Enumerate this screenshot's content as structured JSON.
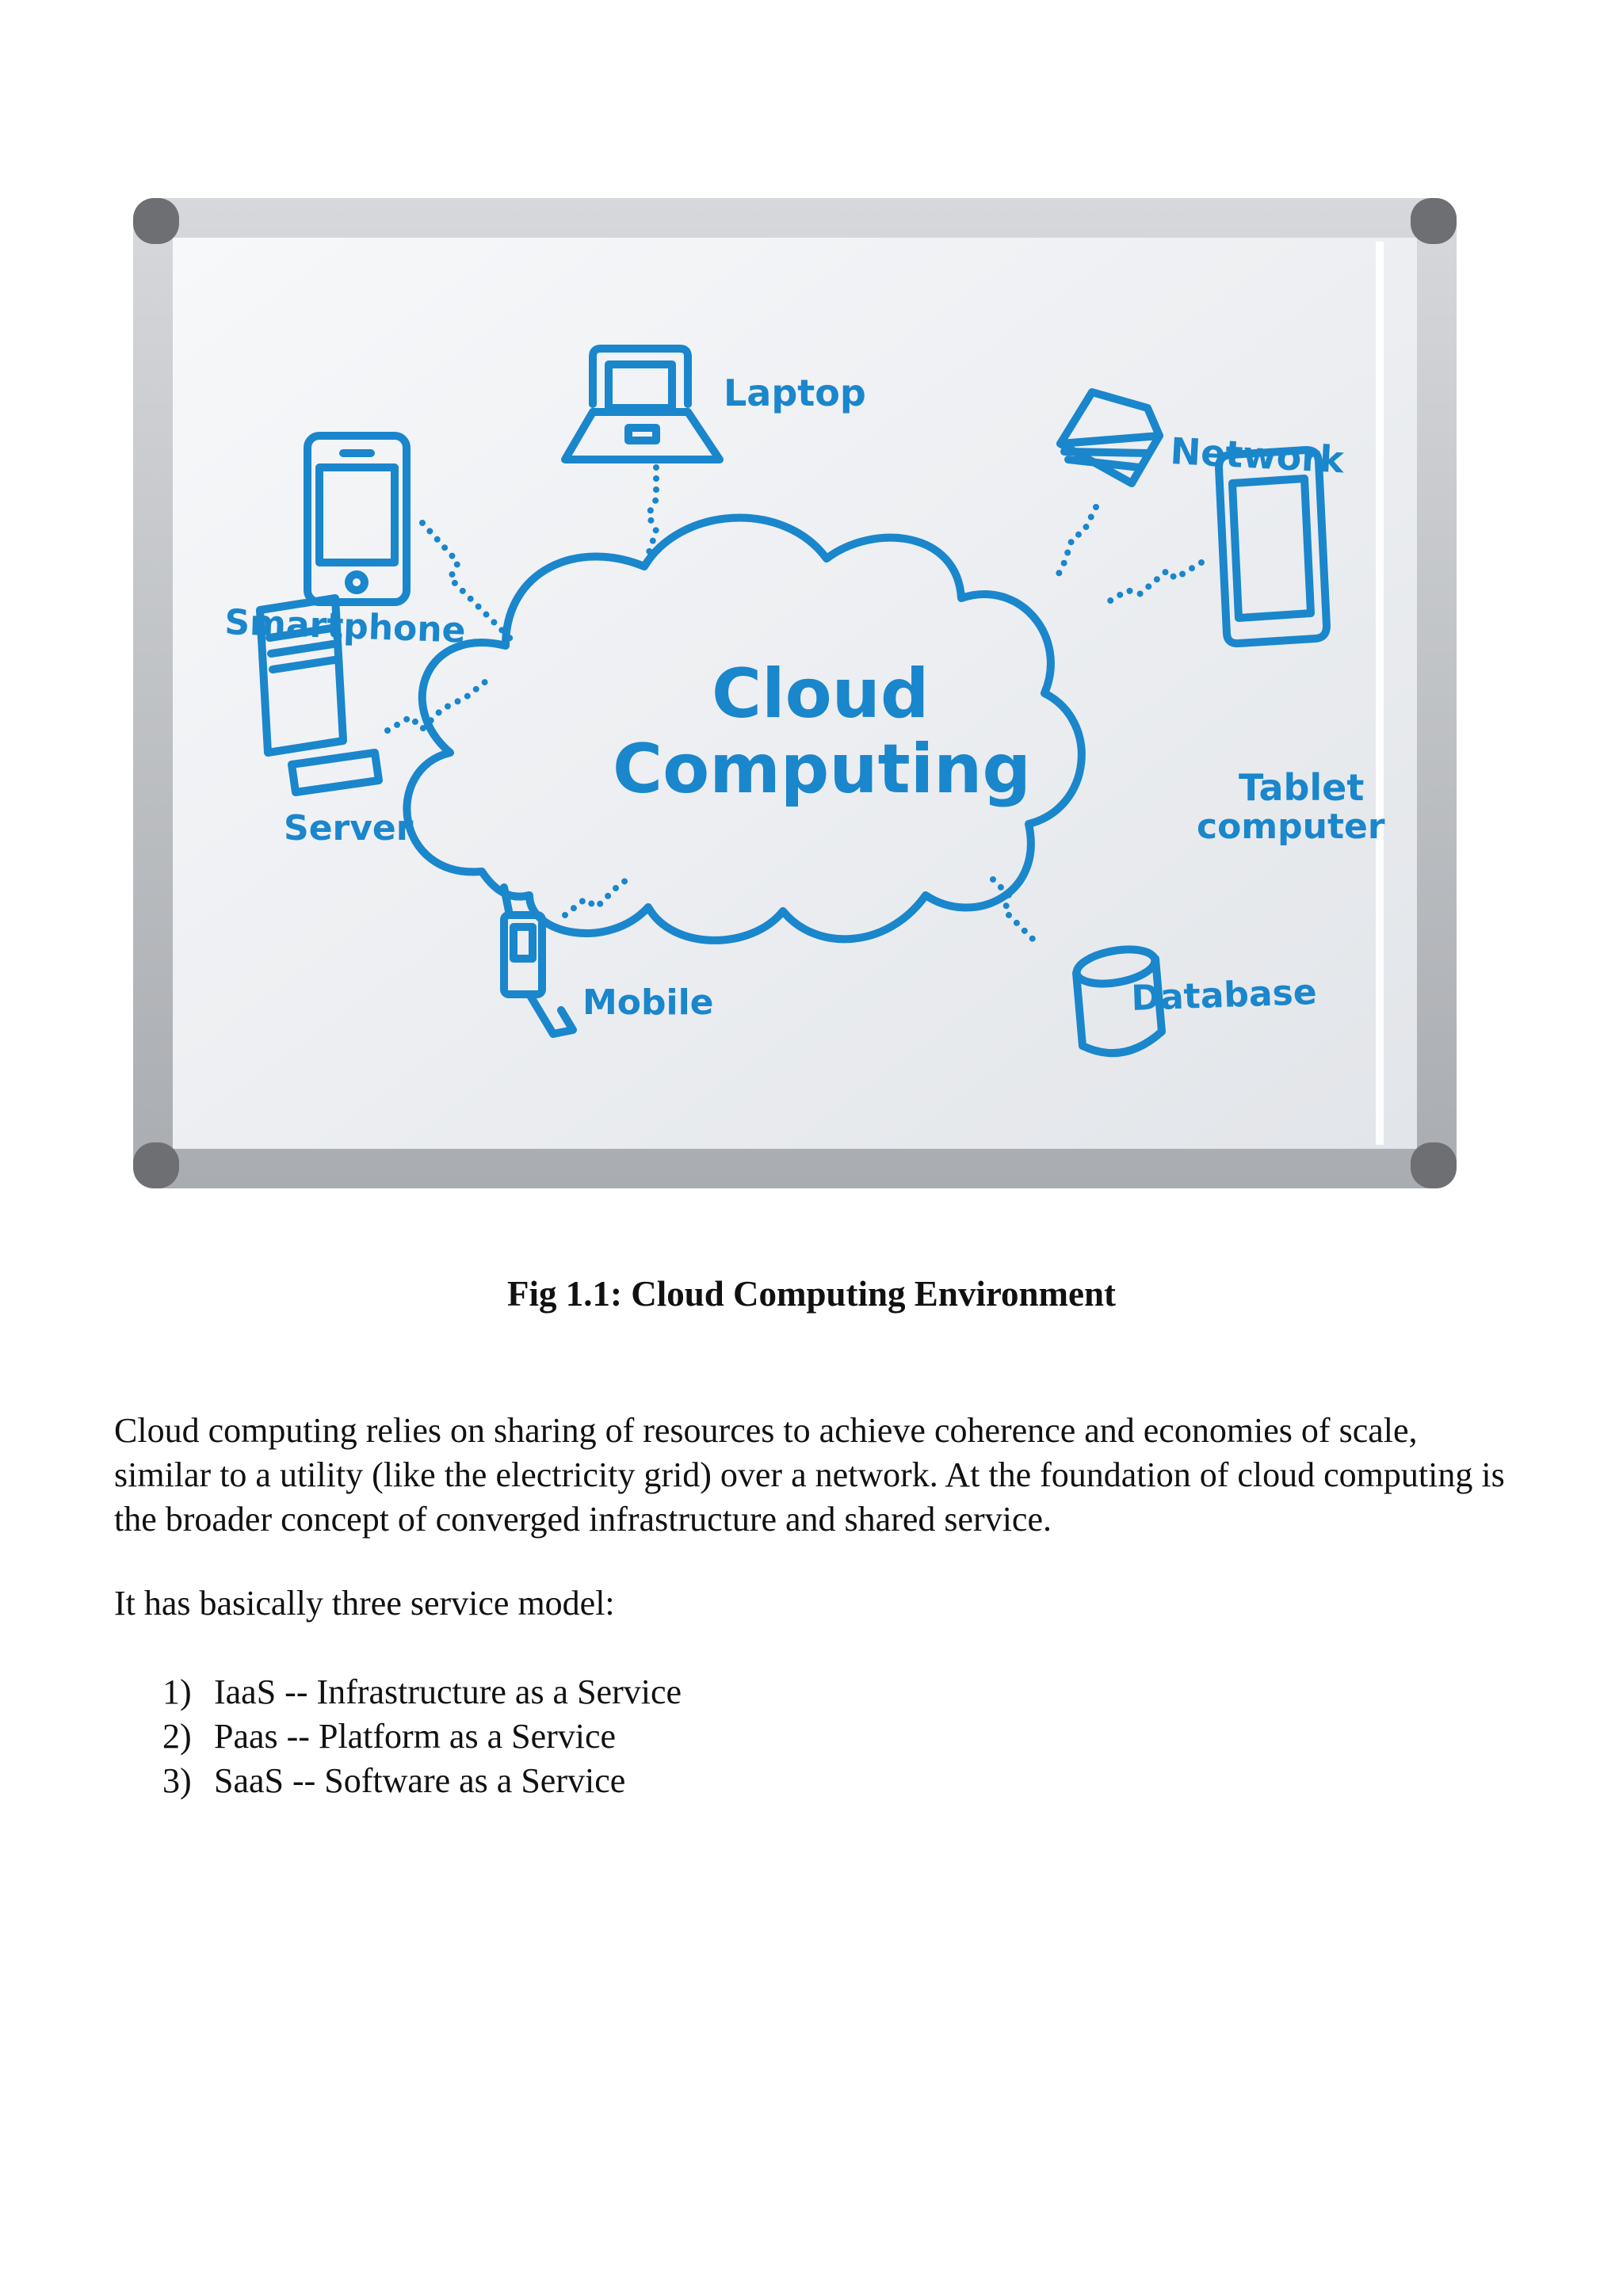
{
  "figure": {
    "labels": {
      "laptop": "Laptop",
      "network": "Network",
      "smartphone": "Smartphone",
      "server": "Server",
      "mobile": "Mobile",
      "database": "Database",
      "tablet_line1": "Tablet",
      "tablet_line2": "computer",
      "cloud_line1": "Cloud",
      "cloud_line2": "Computing"
    },
    "accent_color": "#1a86cc"
  },
  "caption": "Fig 1.1: Cloud Computing Environment",
  "paragraph1": "Cloud computing relies on sharing of resources to achieve coherence and economies of scale, similar to a utility (like the electricity grid) over a network. At the foundation of cloud computing is the broader concept of converged infrastructure and shared service.",
  "paragraph2": "It has basically three service model:",
  "models": [
    {
      "num": "1)",
      "text": "IaaS -- Infrastructure as a Service"
    },
    {
      "num": "2)",
      "text": "Paas -- Platform as a Service"
    },
    {
      "num": "3)",
      "text": "SaaS -- Software as a Service"
    }
  ]
}
